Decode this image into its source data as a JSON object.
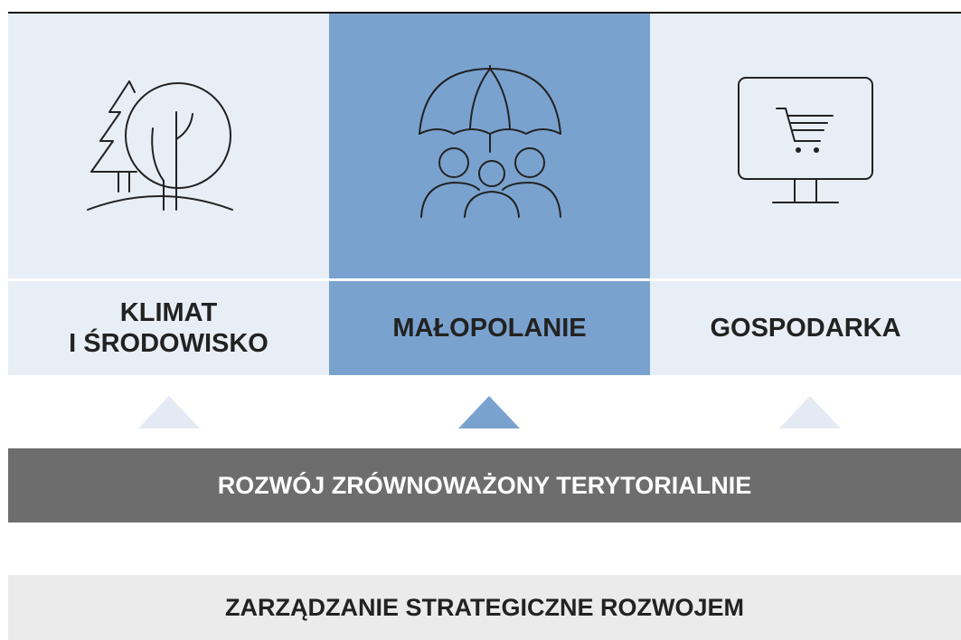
{
  "pillars": [
    {
      "id": "climate",
      "label": "KLIMAT\nI ŚRODOWISKO",
      "icon": "trees-icon",
      "active": false
    },
    {
      "id": "people",
      "label": "MAŁOPOLANIE",
      "icon": "umbrella-people-icon",
      "active": true
    },
    {
      "id": "economy",
      "label": "GOSPODARKA",
      "icon": "monitor-cart-icon",
      "active": false
    }
  ],
  "bands": {
    "territorial": "ROZWÓJ ZRÓWNOWAŻONY TERYTORIALNIE",
    "management": "ZARZĄDZANIE STRATEGICZNE ROZWOJEM"
  },
  "colors": {
    "pillar_light": "#e8eef6",
    "pillar_active": "#7aa2cf",
    "band_dark": "#6d6d6d",
    "band_light": "#ebebeb",
    "text": "#222222"
  }
}
